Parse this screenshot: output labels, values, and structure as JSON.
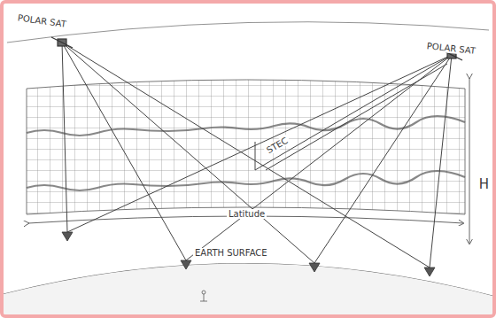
{
  "diagram": {
    "labels": [
      "POLAR SAT",
      "POLAR SAT",
      "STEC",
      "Latitude",
      "EARTH SURFACE",
      "H"
    ]
  }
}
